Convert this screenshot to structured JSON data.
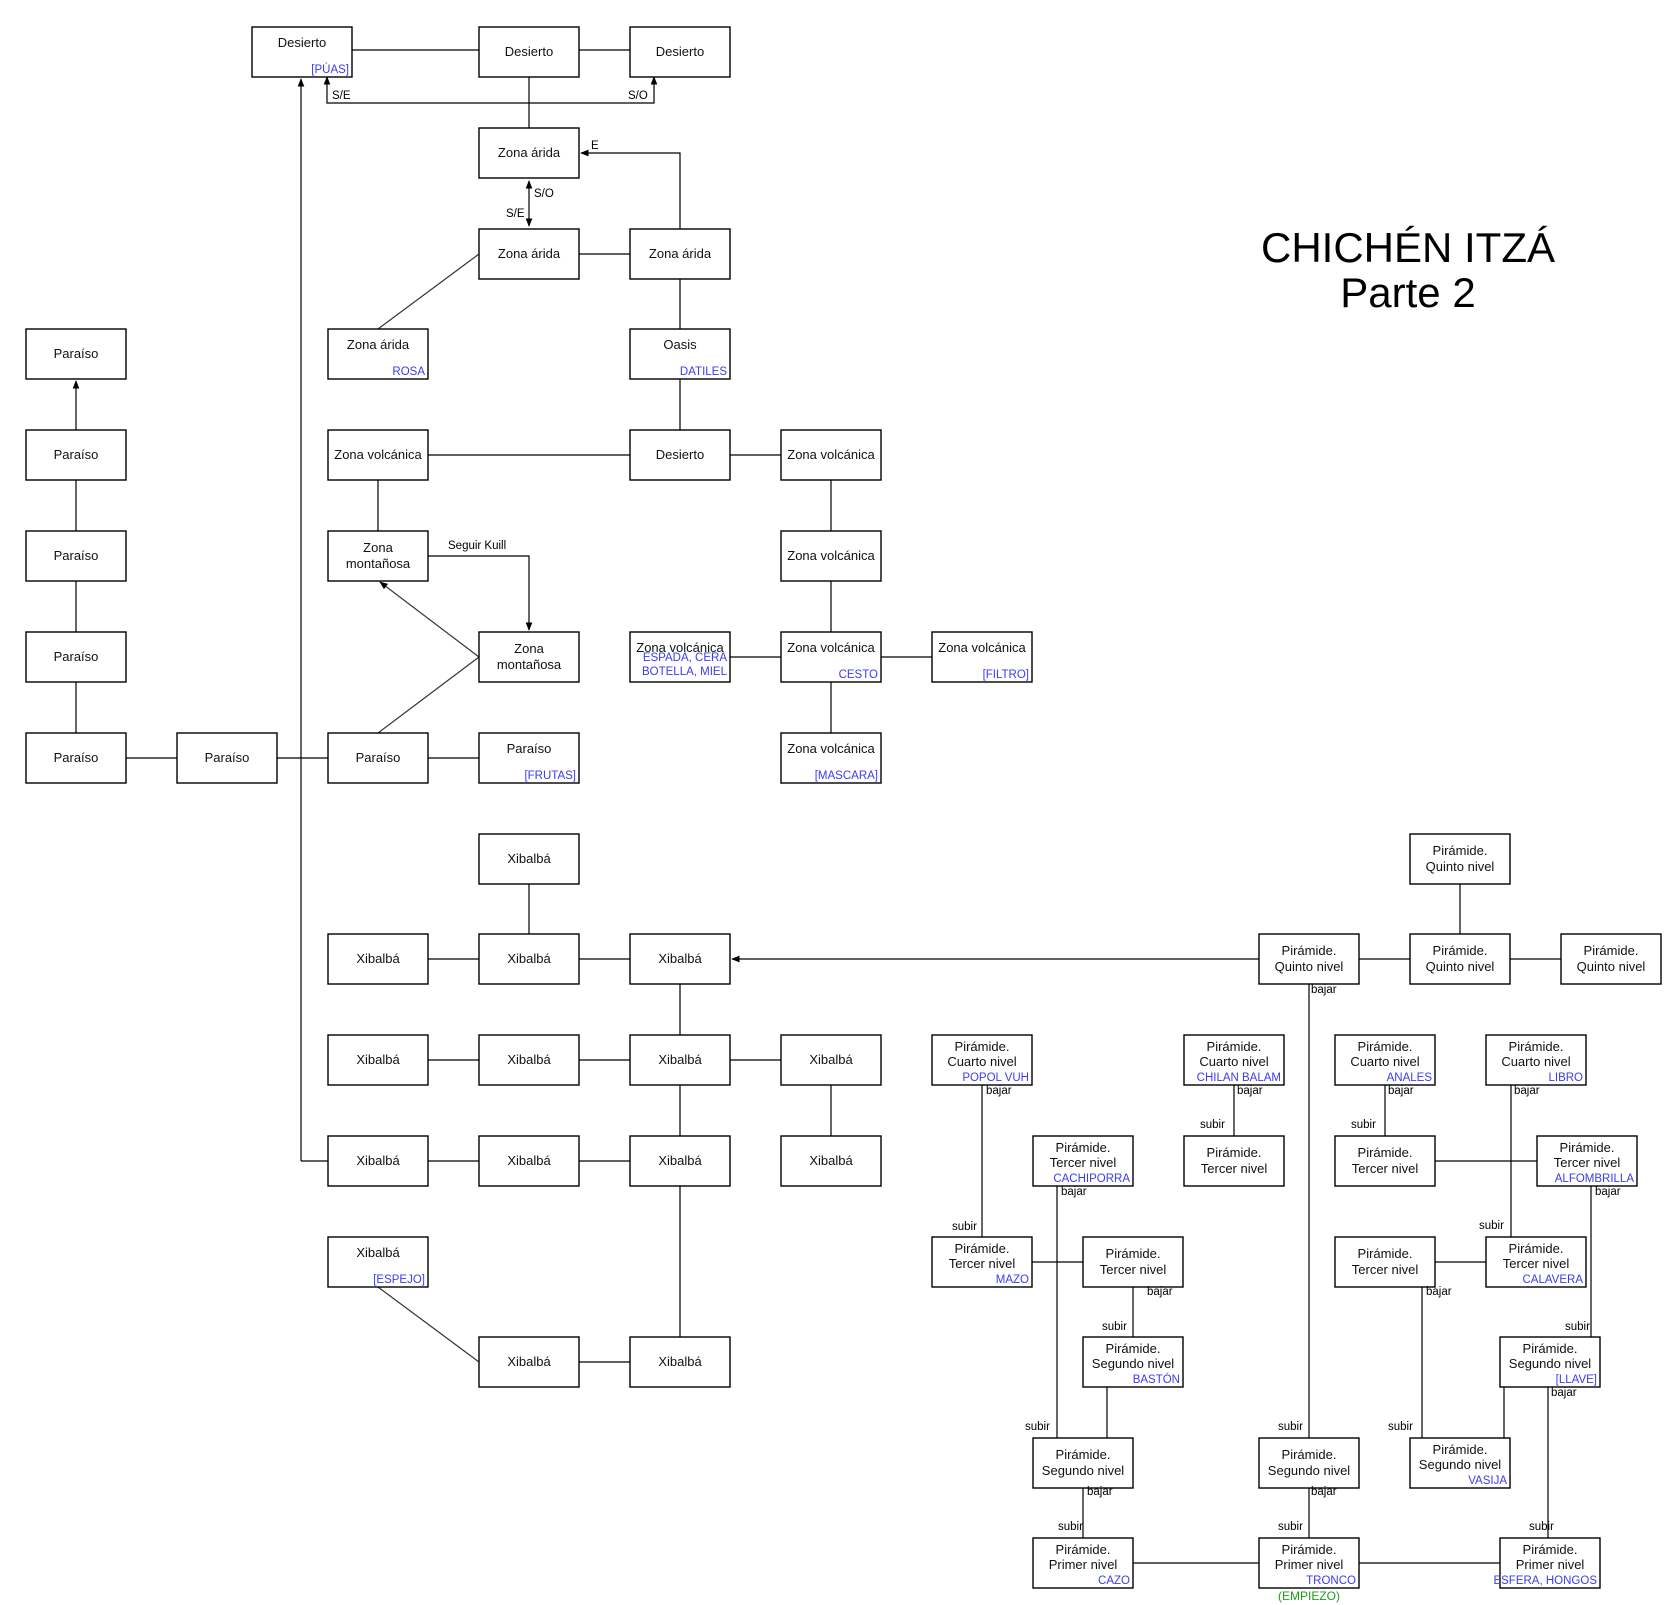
{
  "title": {
    "line1": "CHICHÉN ITZÁ",
    "line2": "Parte 2"
  },
  "colors": {
    "item": "#3b3bf0",
    "start": "#1a9e1a",
    "line": "#000000"
  },
  "nodes": [
    {
      "id": "des1",
      "l": [
        "Desierto"
      ],
      "i": [
        "[PÚAS]"
      ]
    },
    {
      "id": "des2",
      "l": [
        "Desierto"
      ]
    },
    {
      "id": "des3",
      "l": [
        "Desierto"
      ]
    },
    {
      "id": "ari1",
      "l": [
        "Zona árida"
      ]
    },
    {
      "id": "ari2",
      "l": [
        "Zona árida"
      ]
    },
    {
      "id": "ari3",
      "l": [
        "Zona árida"
      ]
    },
    {
      "id": "ari4",
      "l": [
        "Zona árida"
      ],
      "i": [
        "ROSA"
      ]
    },
    {
      "id": "oasis",
      "l": [
        "Oasis"
      ],
      "i": [
        "DATILES"
      ]
    },
    {
      "id": "des4",
      "l": [
        "Desierto"
      ]
    },
    {
      "id": "vol1",
      "l": [
        "Zona volcánica"
      ]
    },
    {
      "id": "vol2",
      "l": [
        "Zona volcánica"
      ]
    },
    {
      "id": "mon1",
      "l": [
        "Zona",
        "montañosa"
      ]
    },
    {
      "id": "vol3",
      "l": [
        "Zona volcánica"
      ]
    },
    {
      "id": "mon2",
      "l": [
        "Zona",
        "montañosa"
      ]
    },
    {
      "id": "vol4",
      "l": [
        "Zona volcánica"
      ],
      "i": [
        "ESPADA, CERA",
        "BOTELLA, MIEL"
      ]
    },
    {
      "id": "vol5",
      "l": [
        "Zona volcánica"
      ],
      "i": [
        "CESTO"
      ]
    },
    {
      "id": "vol6",
      "l": [
        "Zona volcánica"
      ],
      "i": [
        "[FILTRO]"
      ]
    },
    {
      "id": "vol7",
      "l": [
        "Zona volcánica"
      ],
      "i": [
        "[MASCARA]"
      ]
    },
    {
      "id": "par1",
      "l": [
        "Paraíso"
      ]
    },
    {
      "id": "par2",
      "l": [
        "Paraíso"
      ]
    },
    {
      "id": "par3",
      "l": [
        "Paraíso"
      ]
    },
    {
      "id": "par4",
      "l": [
        "Paraíso"
      ]
    },
    {
      "id": "par5",
      "l": [
        "Paraíso"
      ]
    },
    {
      "id": "par6",
      "l": [
        "Paraíso"
      ]
    },
    {
      "id": "par7",
      "l": [
        "Paraíso"
      ]
    },
    {
      "id": "par8",
      "l": [
        "Paraíso"
      ],
      "i": [
        "[FRUTAS]"
      ]
    },
    {
      "id": "xib1",
      "l": [
        "Xibalbá"
      ]
    },
    {
      "id": "xib2",
      "l": [
        "Xibalbá"
      ]
    },
    {
      "id": "xib3",
      "l": [
        "Xibalbá"
      ]
    },
    {
      "id": "xib4",
      "l": [
        "Xibalbá"
      ]
    },
    {
      "id": "xib5",
      "l": [
        "Xibalbá"
      ]
    },
    {
      "id": "xib6",
      "l": [
        "Xibalbá"
      ]
    },
    {
      "id": "xib7",
      "l": [
        "Xibalbá"
      ]
    },
    {
      "id": "xib8",
      "l": [
        "Xibalbá"
      ]
    },
    {
      "id": "xib9",
      "l": [
        "Xibalbá"
      ]
    },
    {
      "id": "xib10",
      "l": [
        "Xibalbá"
      ]
    },
    {
      "id": "xib11",
      "l": [
        "Xibalbá"
      ]
    },
    {
      "id": "xib12",
      "l": [
        "Xibalbá"
      ]
    },
    {
      "id": "xib13",
      "l": [
        "Xibalbá"
      ],
      "i": [
        "[ESPEJO]"
      ]
    },
    {
      "id": "xib14",
      "l": [
        "Xibalbá"
      ]
    },
    {
      "id": "xib15",
      "l": [
        "Xibalbá"
      ]
    },
    {
      "id": "q1",
      "l": [
        "Pirámide.",
        "Quinto nivel"
      ]
    },
    {
      "id": "q2",
      "l": [
        "Pirámide.",
        "Quinto nivel"
      ]
    },
    {
      "id": "q3",
      "l": [
        "Pirámide.",
        "Quinto nivel"
      ]
    },
    {
      "id": "q4",
      "l": [
        "Pirámide.",
        "Quinto nivel"
      ]
    },
    {
      "id": "c1",
      "l": [
        "Pirámide.",
        "Cuarto nivel"
      ],
      "i": [
        "POPOL VUH"
      ]
    },
    {
      "id": "c2",
      "l": [
        "Pirámide.",
        "Cuarto nivel"
      ],
      "i": [
        "CHILAN BALAM"
      ]
    },
    {
      "id": "c3",
      "l": [
        "Pirámide.",
        "Cuarto nivel"
      ],
      "i": [
        "ANALES"
      ]
    },
    {
      "id": "c4",
      "l": [
        "Pirámide.",
        "Cuarto nivel"
      ],
      "i": [
        "LIBRO"
      ]
    },
    {
      "id": "t1",
      "l": [
        "Pirámide.",
        "Tercer nivel"
      ],
      "i": [
        "CACHIPORRA"
      ]
    },
    {
      "id": "t2",
      "l": [
        "Pirámide.",
        "Tercer nivel"
      ]
    },
    {
      "id": "t3",
      "l": [
        "Pirámide.",
        "Tercer nivel"
      ]
    },
    {
      "id": "t4",
      "l": [
        "Pirámide.",
        "Tercer nivel"
      ],
      "i": [
        "ALFOMBRILLA"
      ]
    },
    {
      "id": "t5",
      "l": [
        "Pirámide.",
        "Tercer nivel"
      ],
      "i": [
        "MAZO"
      ]
    },
    {
      "id": "t6",
      "l": [
        "Pirámide.",
        "Tercer nivel"
      ]
    },
    {
      "id": "t7",
      "l": [
        "Pirámide.",
        "Tercer nivel"
      ]
    },
    {
      "id": "t8",
      "l": [
        "Pirámide.",
        "Tercer nivel"
      ],
      "i": [
        "CALAVERA"
      ]
    },
    {
      "id": "s1",
      "l": [
        "Pirámide.",
        "Segundo nivel"
      ],
      "i": [
        "BASTÓN"
      ]
    },
    {
      "id": "s2",
      "l": [
        "Pirámide.",
        "Segundo nivel"
      ],
      "i": [
        "[LLAVE]"
      ]
    },
    {
      "id": "s3",
      "l": [
        "Pirámide.",
        "Segundo nivel"
      ]
    },
    {
      "id": "s4",
      "l": [
        "Pirámide.",
        "Segundo nivel"
      ]
    },
    {
      "id": "s5",
      "l": [
        "Pirámide.",
        "Segundo nivel"
      ],
      "i": [
        "VASIJA"
      ]
    },
    {
      "id": "p1",
      "l": [
        "Pirámide.",
        "Primer nivel"
      ],
      "i": [
        "CAZO"
      ]
    },
    {
      "id": "p2",
      "l": [
        "Pirámide.",
        "Primer nivel"
      ],
      "i": [
        "TRONCO"
      ]
    },
    {
      "id": "p3",
      "l": [
        "Pirámide.",
        "Primer nivel"
      ],
      "i": [
        "ESFERA, HONGOS"
      ]
    }
  ],
  "edge_labels": [
    {
      "id": "lbl-se-1",
      "t": "S/E"
    },
    {
      "id": "lbl-so-1",
      "t": "S/O"
    },
    {
      "id": "lbl-e",
      "t": "E"
    },
    {
      "id": "lbl-so-2",
      "t": "S/O"
    },
    {
      "id": "lbl-se-2",
      "t": "S/E"
    },
    {
      "id": "lbl-seguir",
      "t": "Seguir Kuill"
    },
    {
      "id": "lbl-bajar-q1",
      "t": "bajar"
    },
    {
      "id": "lbl-bajar-c1",
      "t": "bajar"
    },
    {
      "id": "lbl-subir-t5",
      "t": "subir"
    },
    {
      "id": "lbl-bajar-t1",
      "t": "bajar"
    },
    {
      "id": "lbl-subir-s3",
      "t": "subir"
    },
    {
      "id": "lbl-bajar-t2",
      "t": "bajar"
    },
    {
      "id": "lbl-subir-s1",
      "t": "subir"
    },
    {
      "id": "lbl-bajar-s3",
      "t": "bajar"
    },
    {
      "id": "lbl-subir-p1",
      "t": "subir"
    },
    {
      "id": "lbl-bajar-c2",
      "t": "bajar"
    },
    {
      "id": "lbl-subir-t3",
      "t": "subir"
    },
    {
      "id": "lbl-subir-s4",
      "t": "subir"
    },
    {
      "id": "lbl-bajar-s4",
      "t": "bajar"
    },
    {
      "id": "lbl-subir-p2",
      "t": "subir"
    },
    {
      "id": "lbl-bajar-c3",
      "t": "bajar"
    },
    {
      "id": "lbl-subir-t6",
      "t": "subir"
    },
    {
      "id": "lbl-bajar-c4",
      "t": "bajar"
    },
    {
      "id": "lbl-subir-t8",
      "t": "subir"
    },
    {
      "id": "lbl-bajar-t4",
      "t": "bajar"
    },
    {
      "id": "lbl-subir-s2",
      "t": "subir"
    },
    {
      "id": "lbl-bajar-t7",
      "t": "bajar"
    },
    {
      "id": "lbl-subir-s5",
      "t": "subir"
    },
    {
      "id": "lbl-bajar-s2",
      "t": "bajar"
    },
    {
      "id": "lbl-subir-p3",
      "t": "subir"
    }
  ],
  "start_label": "(EMPIEZO)"
}
